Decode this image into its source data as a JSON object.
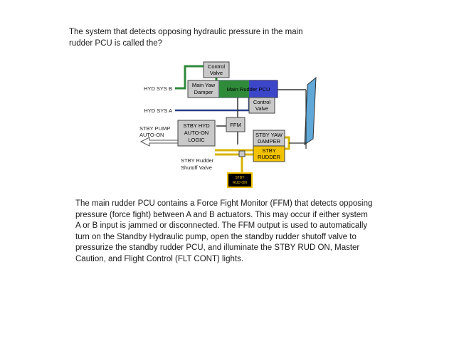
{
  "question": {
    "lines": [
      "The system that detects opposing hydraulic pressure in the main",
      "rudder PCU is called the?"
    ]
  },
  "diagram": {
    "labels": {
      "hyd_sys_b": "HYD SYS B",
      "hyd_sys_a": "HYD SYS A",
      "stby_pump_line1": "STBY PUMP",
      "stby_pump_line2": "AUTO-ON",
      "stby_rudder_shutoff_line1": "STBY Rudder",
      "stby_rudder_shutoff_line2": "Shutoff Valve"
    },
    "boxes": {
      "control_valve_top_line1": "Control",
      "control_valve_top_line2": "Valve",
      "main_yaw_damper_line1": "Main Yaw",
      "main_yaw_damper_line2": "Damper",
      "main_rudder_pcu": "Main Rudder PCU",
      "control_valve_bottom_line1": "Control",
      "control_valve_bottom_line2": "Valve",
      "ffm": "FFM",
      "stby_hyd_line1": "STBY HYD",
      "stby_hyd_line2": "AUTO-ON",
      "stby_hyd_line3": "LOGIC",
      "stby_yaw_damper_line1": "STBY YAW",
      "stby_yaw_damper_line2": "DAMPER",
      "stby_rudder_line1": "STBY",
      "stby_rudder_line2": "RUDDER",
      "light_line1": "STBY",
      "light_line2": "RUD ON"
    },
    "colors": {
      "sys_b_line": "#2f8a3a",
      "sys_a_line": "#2a3f8c",
      "standby_line": "#d8b400",
      "pcu_blue": "#3c46c8",
      "box_gray": "#c9c9c9",
      "stby_rudder_yellow": "#f2c200",
      "rudder_surface": "#5fa8d8",
      "light_bg": "#000000",
      "light_text": "#f2c200"
    }
  },
  "explanation": {
    "lines": [
      "The main rudder PCU contains a Force Fight Monitor (FFM) that detects opposing",
      "pressure (force fight) between A and B actuators. This may occur if either system",
      "A or B input is jammed or disconnected. The FFM output is used to automatically",
      "turn on the Standby Hydraulic pump, open the standby rudder shutoff valve to",
      "pressurize the standby rudder PCU, and illuminate the STBY RUD ON, Master",
      "Caution, and Flight Control (FLT CONT) lights."
    ]
  }
}
